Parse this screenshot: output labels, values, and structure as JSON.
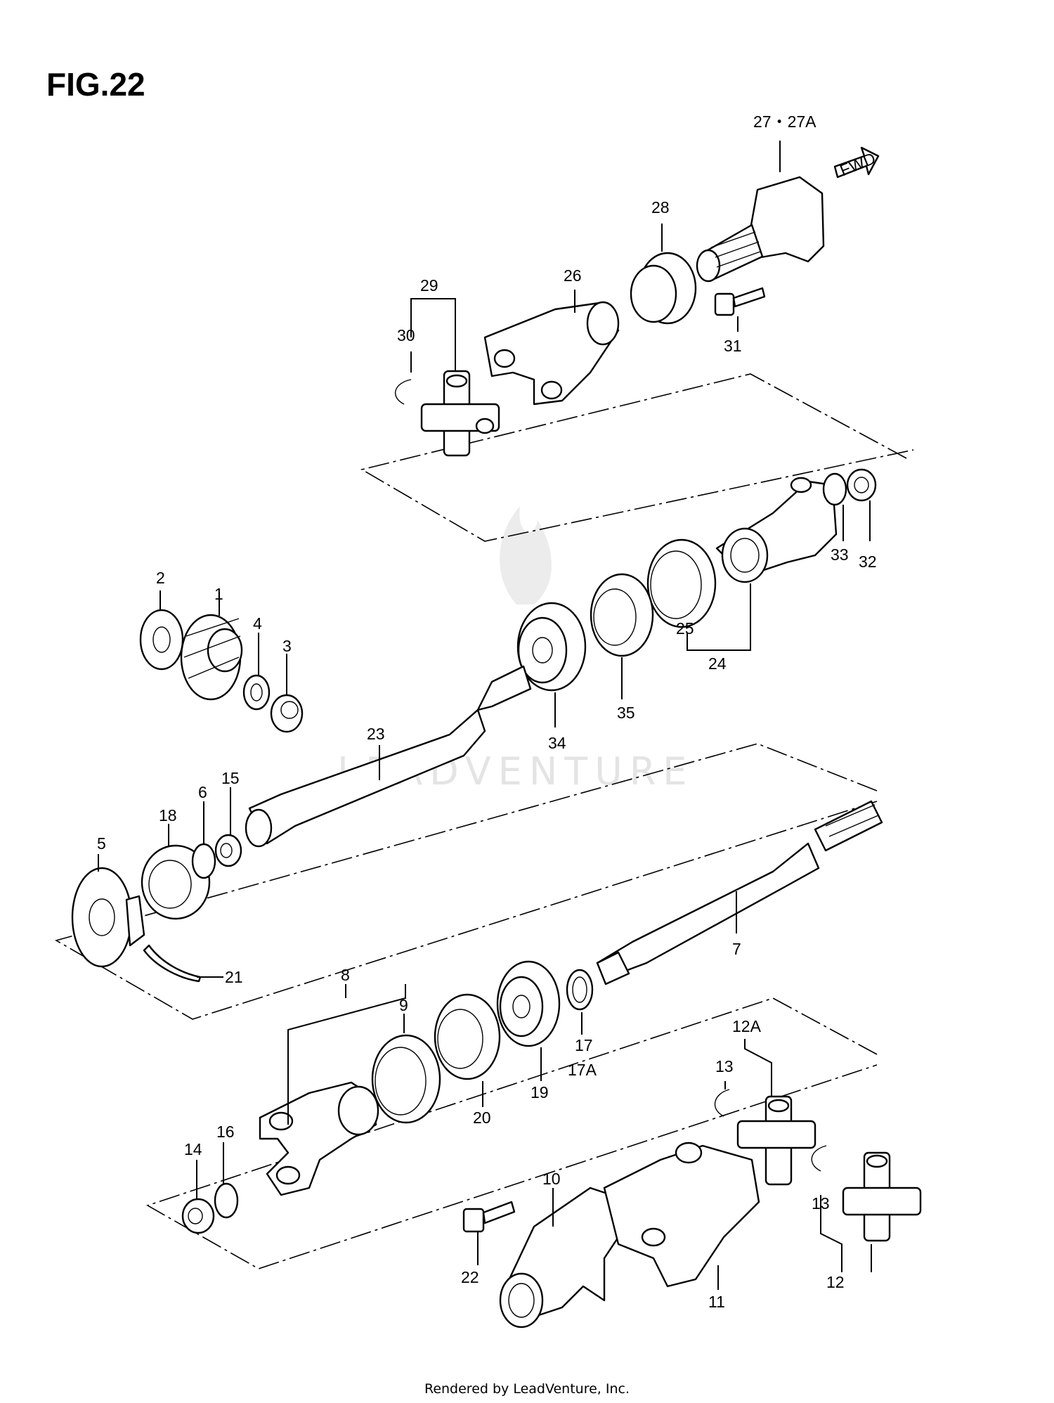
{
  "figure": {
    "title": "FIG.22"
  },
  "footer": {
    "text": "Rendered by LeadVenture, Inc."
  },
  "watermark": {
    "text": "LEADVENTURE"
  },
  "fwd_label": "FWD",
  "callouts": {
    "c1": "1",
    "c2": "2",
    "c3": "3",
    "c4": "4",
    "c5": "5",
    "c6": "6",
    "c7": "7",
    "c8": "8",
    "c9": "9",
    "c10": "10",
    "c11": "11",
    "c12": "12",
    "c12a": "12A",
    "c13a": "13",
    "c13b": "13",
    "c14": "14",
    "c15": "15",
    "c16": "16",
    "c17": "17",
    "c17a": "17A",
    "c18": "18",
    "c19": "19",
    "c20": "20",
    "c21": "21",
    "c22": "22",
    "c23": "23",
    "c24": "24",
    "c25": "25",
    "c26": "26",
    "c27": "27・27A",
    "c28": "28",
    "c29": "29",
    "c30": "30",
    "c31": "31",
    "c32": "32",
    "c33": "33",
    "c34": "34",
    "c35": "35"
  }
}
